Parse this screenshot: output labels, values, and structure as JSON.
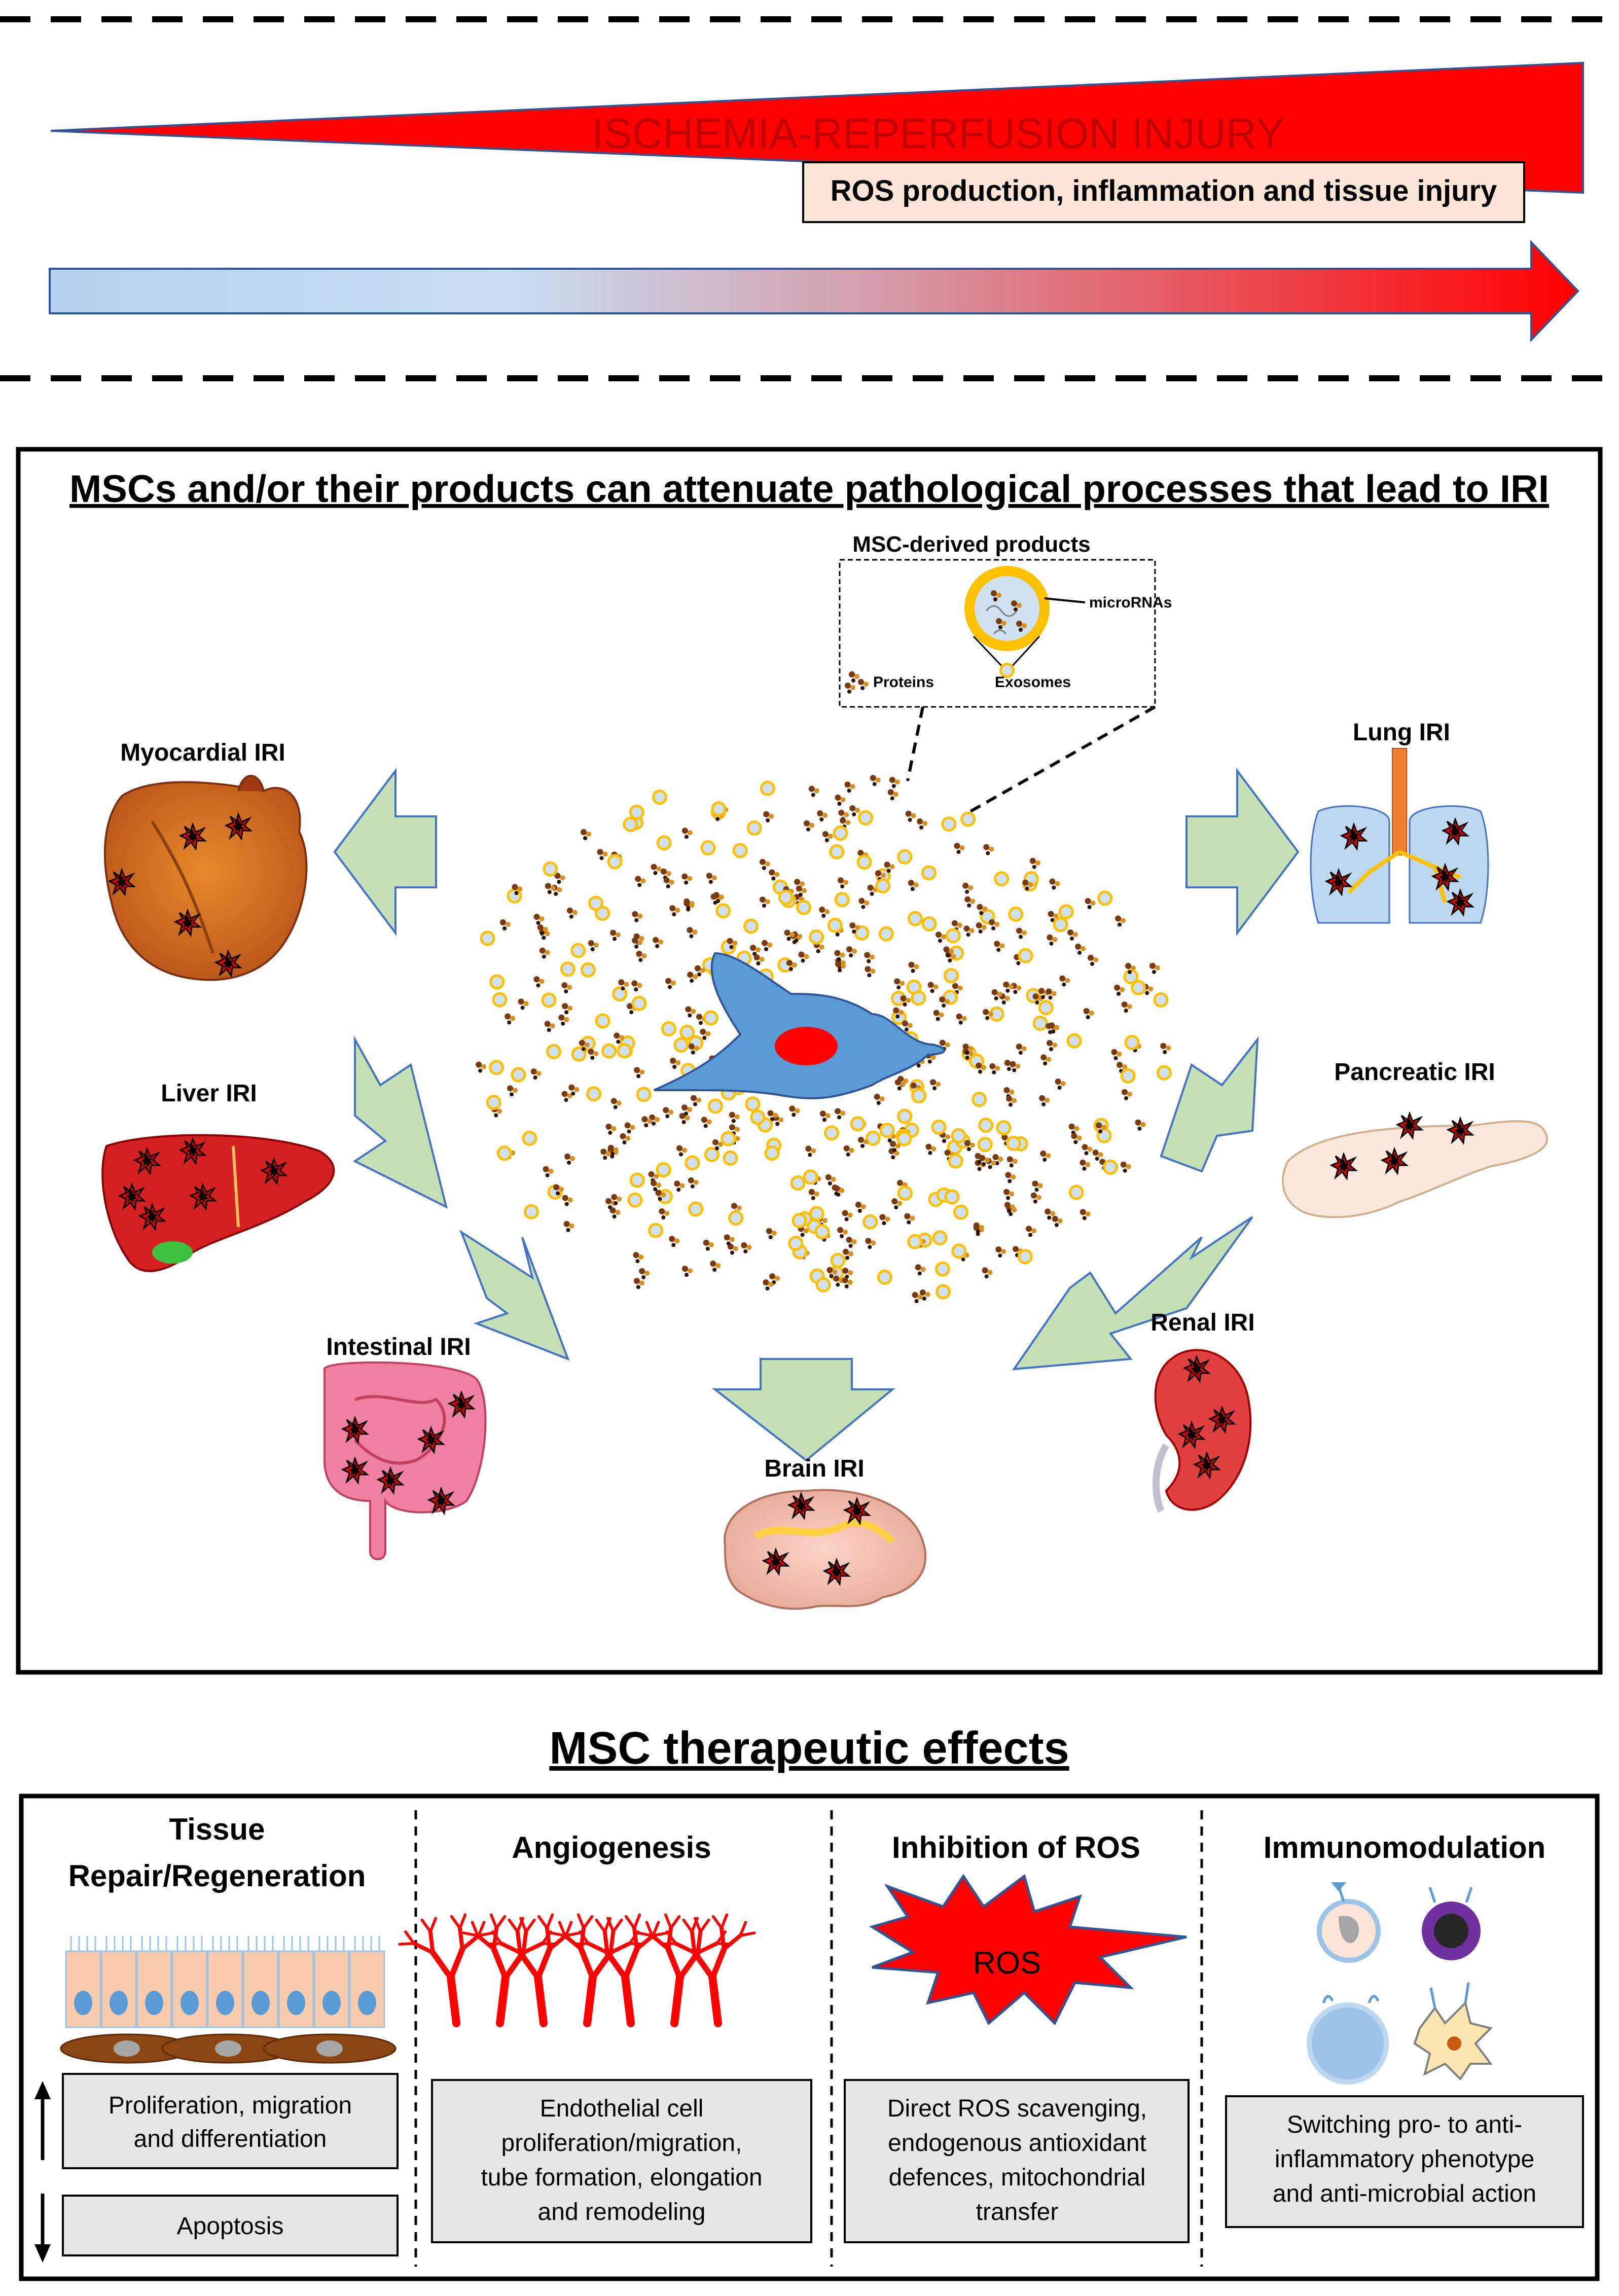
{
  "top": {
    "ischemia_title": "ISCHEMIA-REPERFUSION INJURY",
    "ros_label": "ROS production, inflammation and tissue injury"
  },
  "main_panel": {
    "title": "MSCs and/or their products can attenuate pathological processes that lead to IRI",
    "inset": {
      "title": "MSC-derived products",
      "microrna_label": "microRNAs",
      "proteins_label": "Proteins",
      "exosomes_label": "Exosomes"
    },
    "organs": {
      "myocardial": "Myocardial IRI",
      "liver": "Liver IRI",
      "intestinal": "Intestinal IRI",
      "brain": "Brain IRI",
      "renal": "Renal IRI",
      "pancreatic": "Pancreatic IRI",
      "lung": "Lung IRI"
    }
  },
  "effects": {
    "title": "MSC therapeutic effects",
    "tissue": {
      "heading_line1": "Tissue",
      "heading_line2": "Repair/Regeneration",
      "up_box_line1": "Proliferation, migration",
      "up_box_line2": "and differentiation",
      "down_box": "Apoptosis"
    },
    "angiogenesis": {
      "heading": "Angiogenesis",
      "box_line1": "Endothelial cell",
      "box_line2": "proliferation/migration,",
      "box_line3": "tube formation, elongation",
      "box_line4": "and remodeling"
    },
    "ros": {
      "heading": "Inhibition of ROS",
      "burst_label": "ROS",
      "box_line1": "Direct ROS scavenging,",
      "box_line2": "endogenous antioxidant",
      "box_line3": "defences, mitochondrial",
      "box_line4": "transfer"
    },
    "immuno": {
      "heading": "Immunomodulation",
      "box_line1": "Switching pro- to anti-",
      "box_line2": "inflammatory phenotype",
      "box_line3": "and anti-microbial action"
    }
  },
  "colors": {
    "injury_red": "#ff0000",
    "ros_box_fill": "#fbe5d6",
    "arrow_green": "#c5e0b4",
    "arrow_stroke": "#4472c4",
    "cell_blue": "#5b9bd5",
    "vessel_red": "#ff0000",
    "text_box_grey": "#e7e6e6"
  }
}
